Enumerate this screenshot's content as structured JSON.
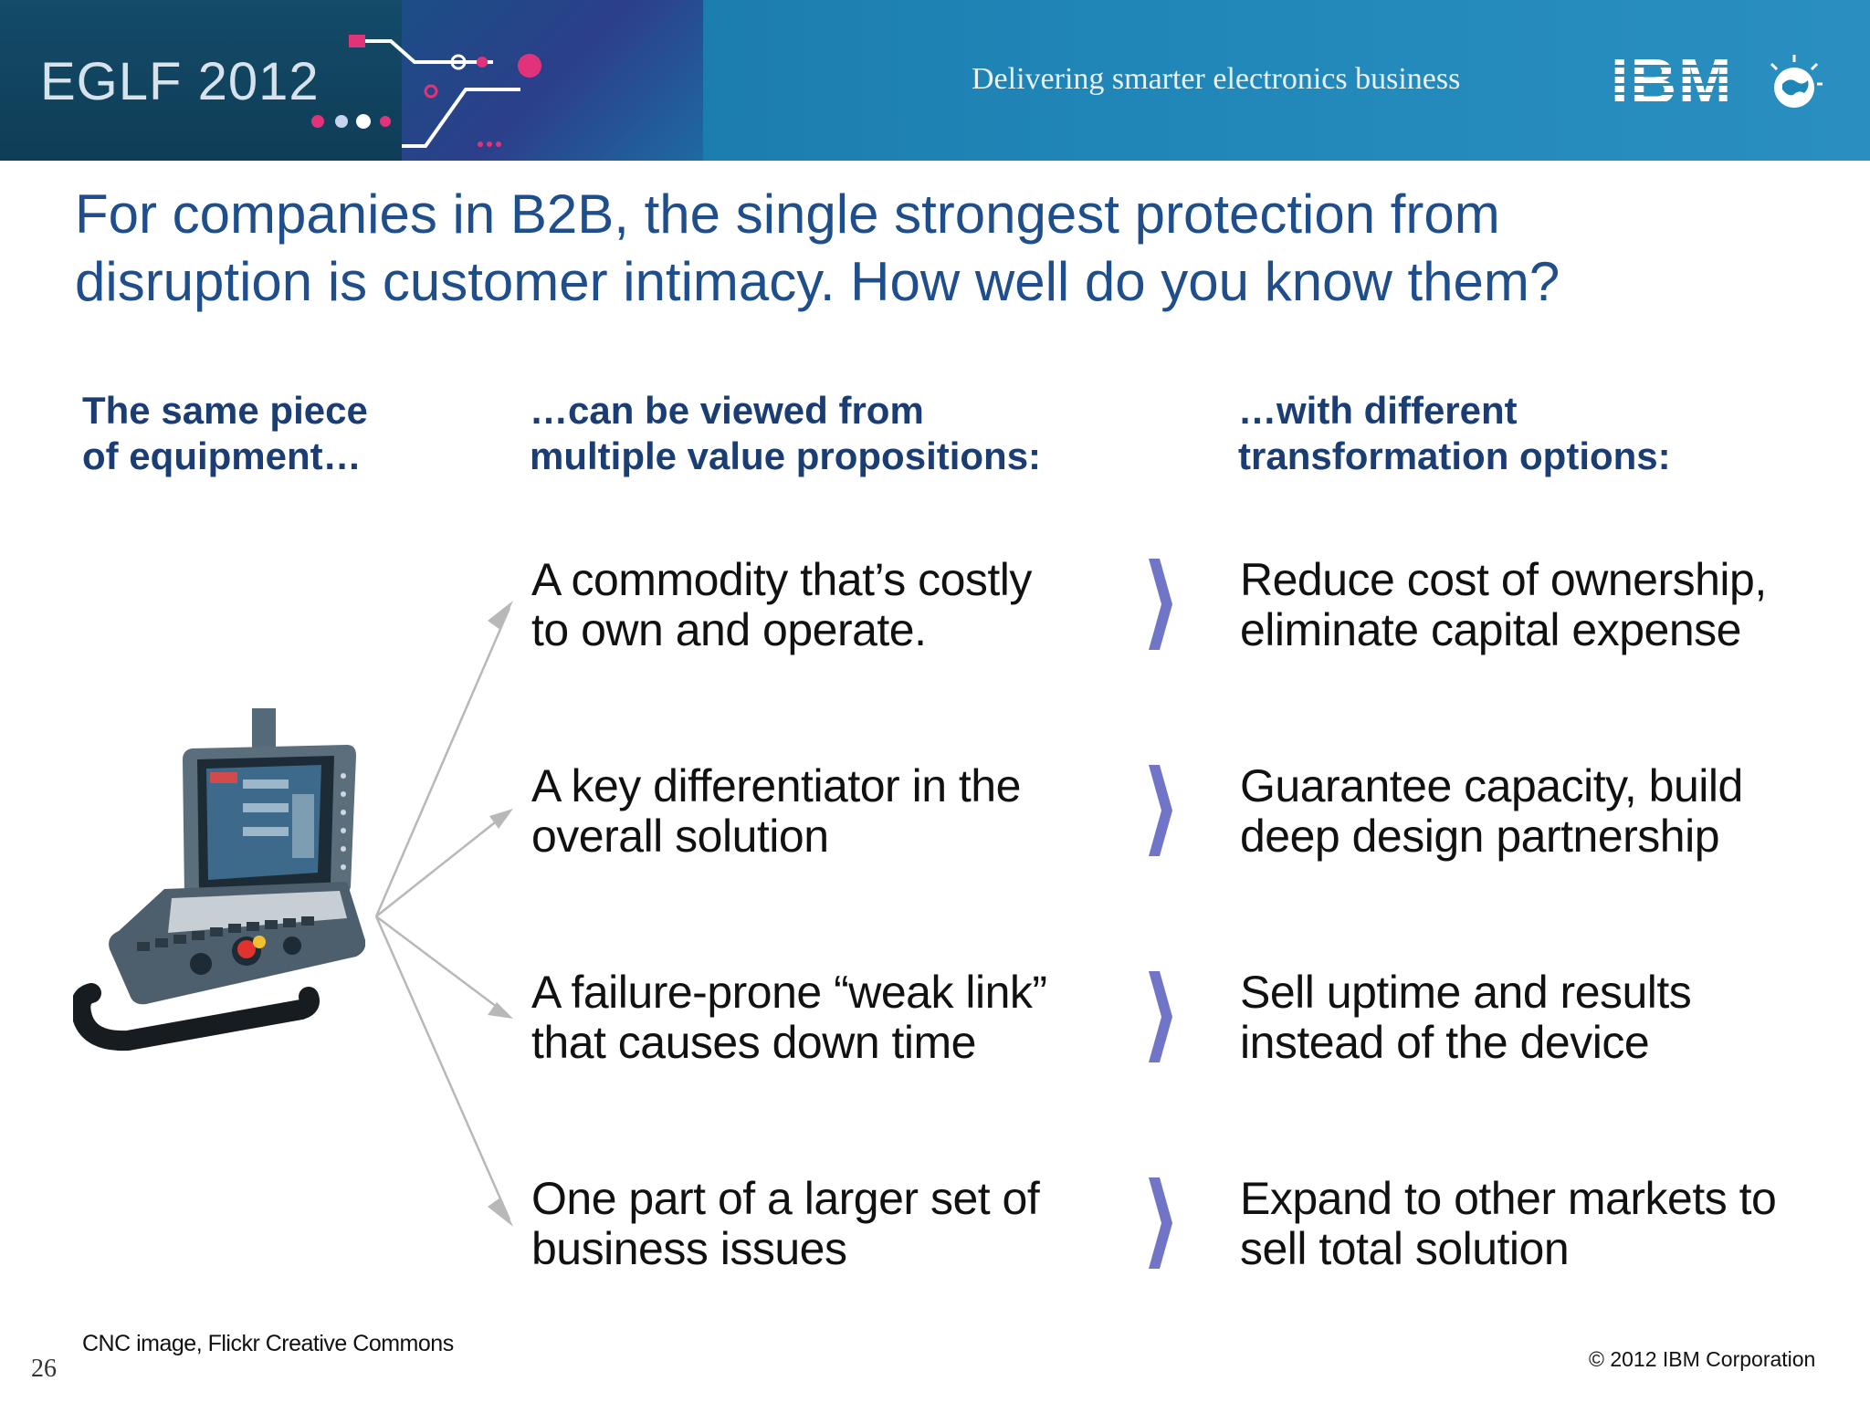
{
  "banner": {
    "event": "EGLF 2012",
    "tagline": "Delivering smarter electronics business",
    "logo": "IBM",
    "colors": {
      "primary": "#2086b8",
      "dark": "#0f3f5a",
      "accent_pink": "#e0337a"
    }
  },
  "headline": {
    "line1": "For companies in B2B, the single strongest protection from",
    "line2": "disruption is customer intimacy.  How well do you know them?"
  },
  "columns": {
    "col1": {
      "line1": "The same piece",
      "line2": "of equipment…"
    },
    "col2": {
      "line1": "…can be viewed from",
      "line2": "multiple value propositions:"
    },
    "col3": {
      "line1": "…with different",
      "line2": "transformation options:"
    }
  },
  "rows": [
    {
      "prop": [
        "A commodity that’s costly",
        "to own and operate."
      ],
      "option": [
        "Reduce cost of ownership,",
        "eliminate capital expense"
      ]
    },
    {
      "prop": [
        "A key differentiator in the",
        "overall solution"
      ],
      "option": [
        "Guarantee capacity, build",
        "deep design partnership"
      ]
    },
    {
      "prop": [
        "A failure-prone “weak link”",
        "that causes down time"
      ],
      "option": [
        "Sell uptime and results",
        "instead of the device"
      ]
    },
    {
      "prop": [
        "One part of a larger set of",
        "business issues"
      ],
      "option": [
        "Expand to other markets to",
        "sell total solution"
      ]
    }
  ],
  "footer": {
    "credit": "CNC image, Flickr Creative Commons",
    "page_number": "26",
    "copyright": "© 2012 IBM Corporation"
  }
}
